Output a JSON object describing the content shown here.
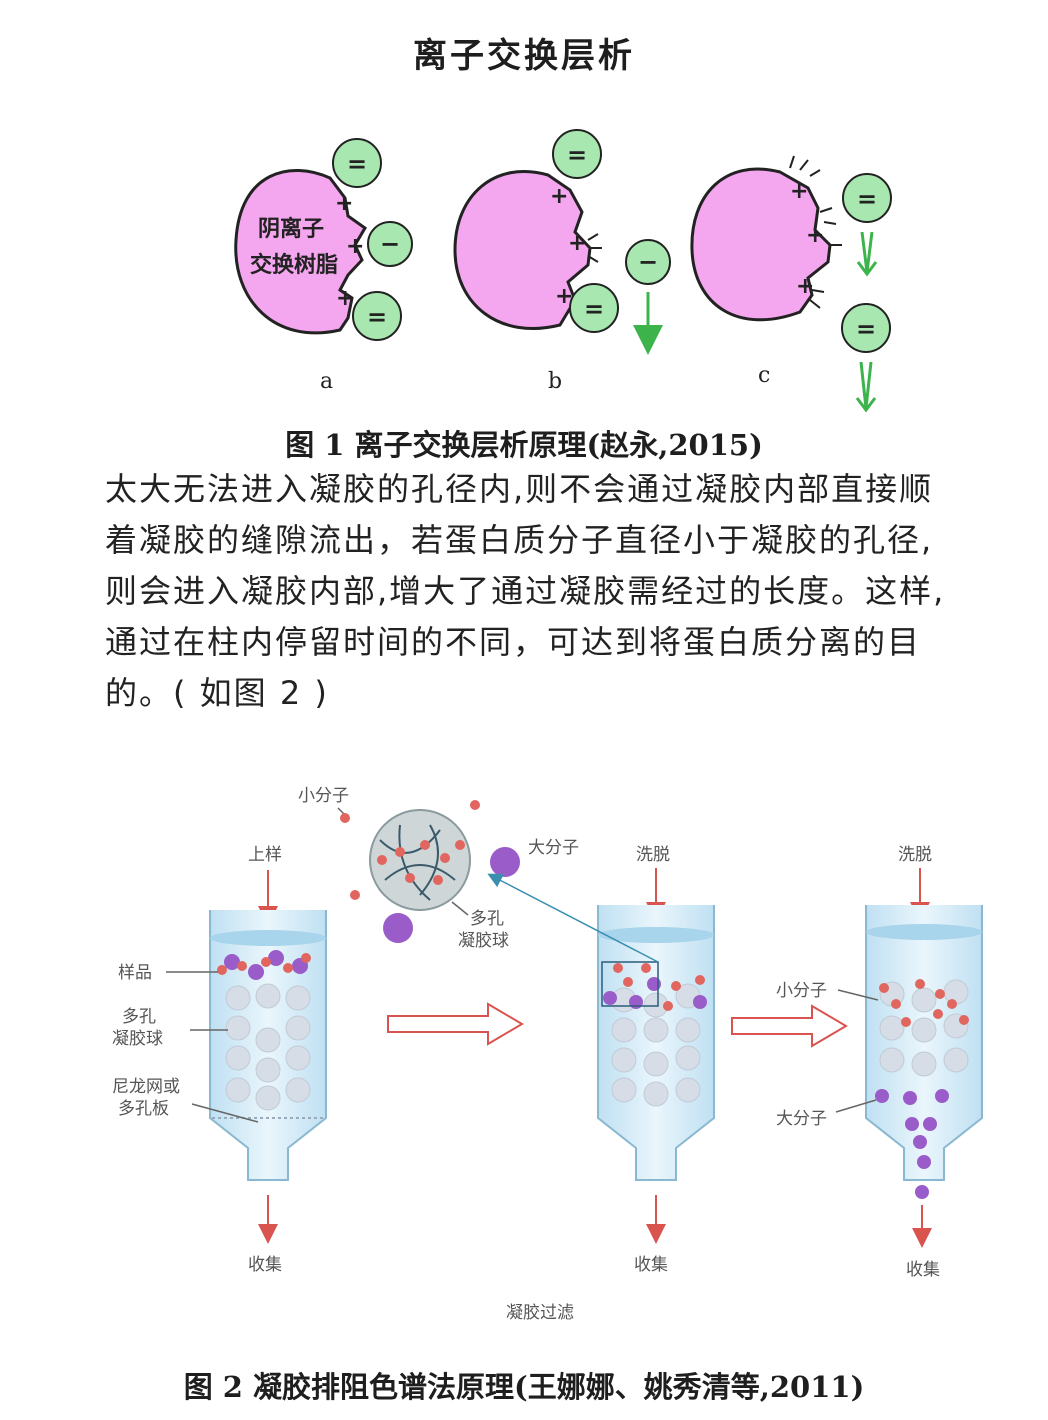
{
  "figure1": {
    "title": "离子交换层析",
    "resin_label_line1": "阴离子",
    "resin_label_line2": "交换树脂",
    "panel_labels": [
      "a",
      "b",
      "c"
    ],
    "caption": "图 1   离子交换层析原理(赵永,2015)"
  },
  "body_text": {
    "lines": [
      "太大无法进入凝胶的孔径内,则不会通过凝胶内部直接顺",
      "着凝胶的缝隙流出，若蛋白质分子直径小于凝胶的孔径,",
      "则会进入凝胶内部,增大了通过凝胶需经过的长度。这样,",
      "通过在柱内停留时间的不同，可达到将蛋白质分离的目",
      "的。( 如图 2 )"
    ]
  },
  "figure2": {
    "labels": {
      "small_molecule_top": "小分子",
      "large_molecule_top": "大分子",
      "porous_gel_bead_top_1": "多孔",
      "porous_gel_bead_top_2": "凝胶球",
      "load_sample": "上样",
      "sample": "样品",
      "porous_gel_bead_1": "多孔",
      "porous_gel_bead_2": "凝胶球",
      "nylon_mesh_1": "尼龙网或",
      "nylon_mesh_2": "多孔板",
      "elute_1": "洗脱",
      "elute_2": "洗脱",
      "small_molecule_right": "小分子",
      "large_molecule_right": "大分子",
      "collect_1": "收集",
      "collect_2": "收集",
      "collect_3": "收集",
      "gel_filtration": "凝胶过滤"
    },
    "caption": "图 2   凝胶排阻色谱法原理(王娜娜、姚秀清等,2011)"
  },
  "colors": {
    "resin_pink": "#f4a6ee",
    "ion_green": "#a8e8b0",
    "arrow_green": "#3cb44b",
    "column_blue": "#d6ecf7",
    "small_molecule_red": "#e0665f",
    "large_molecule_purple": "#9a5cc8",
    "flow_arrow_red": "#d9534f"
  }
}
